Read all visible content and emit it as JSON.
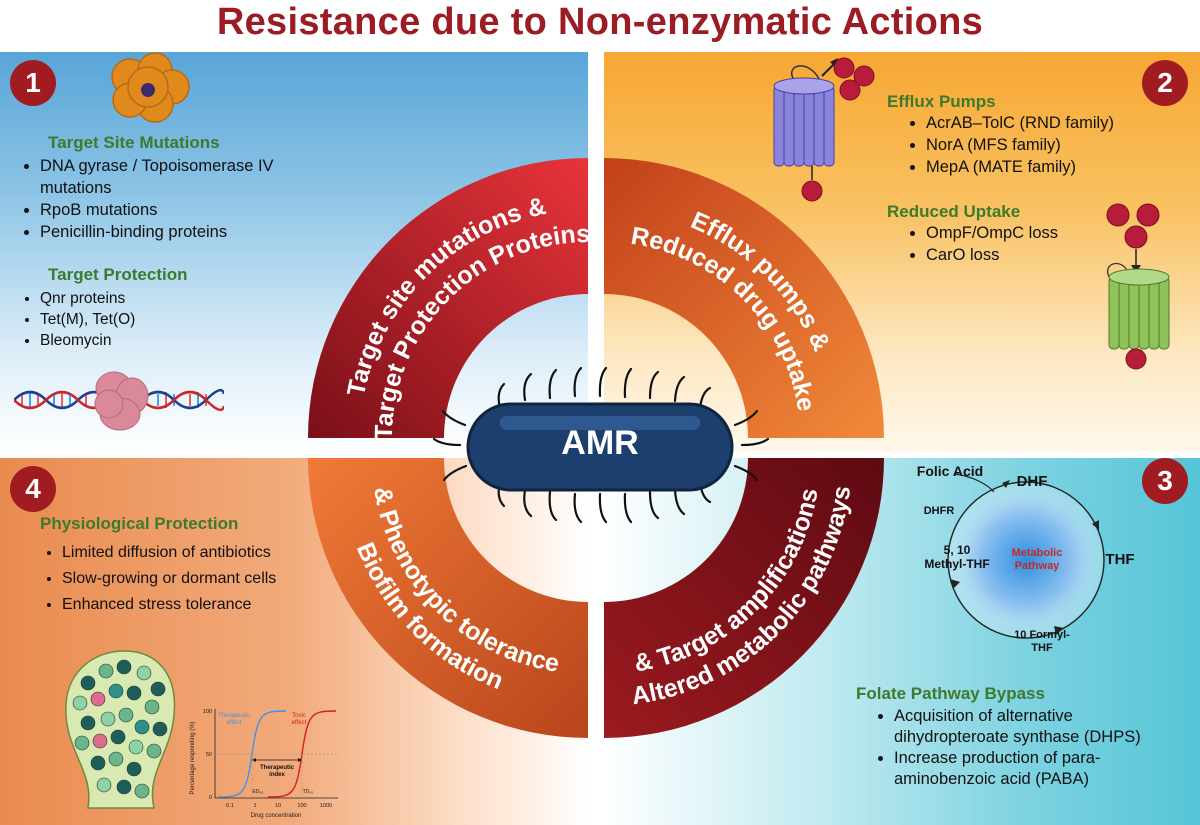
{
  "title": "Resistance due to Non-enzymatic Actions",
  "center": {
    "label": "AMR"
  },
  "ring": {
    "q1": {
      "line1": "Target site mutations &",
      "line2": "Target Protection Proteins"
    },
    "q2": {
      "line1": "Efflux pumps &",
      "line2": "Reduced drug uptake"
    },
    "q3": {
      "line1": "Altered metabolic pathways",
      "line2": "& Target amplifications"
    },
    "q4": {
      "line1": "Biofilm formation",
      "line2": "& Phenotypic tolerance"
    }
  },
  "quadrant1": {
    "number": "1",
    "section1": {
      "header": "Target Site Mutations",
      "items": [
        "DNA gyrase / Topoisomerase IV",
        "RpoB mutations",
        "Penicillin-binding proteins"
      ],
      "continuation": "mutations"
    },
    "section2": {
      "header": "Target Protection",
      "items": [
        "Qnr proteins",
        "Tet(M), Tet(O)",
        "Bleomycin"
      ]
    }
  },
  "quadrant2": {
    "number": "2",
    "section1": {
      "header": "Efflux Pumps",
      "items": [
        "AcrAB–TolC (RND family)",
        "NorA (MFS family)",
        "MepA (MATE family)"
      ]
    },
    "section2": {
      "header": "Reduced Uptake",
      "items": [
        "OmpF/OmpC loss",
        "CarO loss"
      ]
    }
  },
  "quadrant3": {
    "number": "3",
    "cycle": {
      "input": "Folic Acid",
      "enzyme": "DHFR",
      "dhf": "DHF",
      "thf": "THF",
      "formyl_line1": "10 Formyl-",
      "formyl_line2": "THF",
      "methyl_line1": "5, 10",
      "methyl_line2": "Methyl-THF",
      "center_line1": "Metabolic",
      "center_line2": "Pathway"
    },
    "section": {
      "header": "Folate Pathway Bypass",
      "items": [
        {
          "line1": "Acquisition of alternative",
          "line2": "dihydropteroate synthase (DHPS)"
        },
        {
          "line1": "Increase production of para-",
          "line2": "aminobenzoic acid (PABA)"
        }
      ]
    }
  },
  "quadrant4": {
    "number": "4",
    "section": {
      "header": "Physiological Protection",
      "items": [
        "Limited diffusion of antibiotics",
        "Slow-growing or dormant cells",
        "Enhanced stress tolerance"
      ]
    },
    "graph": {
      "ylabel": "Percentage responding (%)",
      "xlabel": "Drug concentration",
      "yticks": [
        "100",
        "50",
        "0"
      ],
      "xticks": [
        "0.1",
        "1",
        "10",
        "100",
        "1000"
      ],
      "therapeutic_line1": "Therapeutic",
      "therapeutic_line2": "effect",
      "toxic_line1": "Toxic",
      "toxic_line2": "effect",
      "index_line1": "Therapeutic",
      "index_line2": "index",
      "ed50": "ED₅₀",
      "td50": "TD₅₀",
      "colors": {
        "therapeutic": "#4a90e2",
        "toxic": "#d0241c"
      }
    }
  }
}
